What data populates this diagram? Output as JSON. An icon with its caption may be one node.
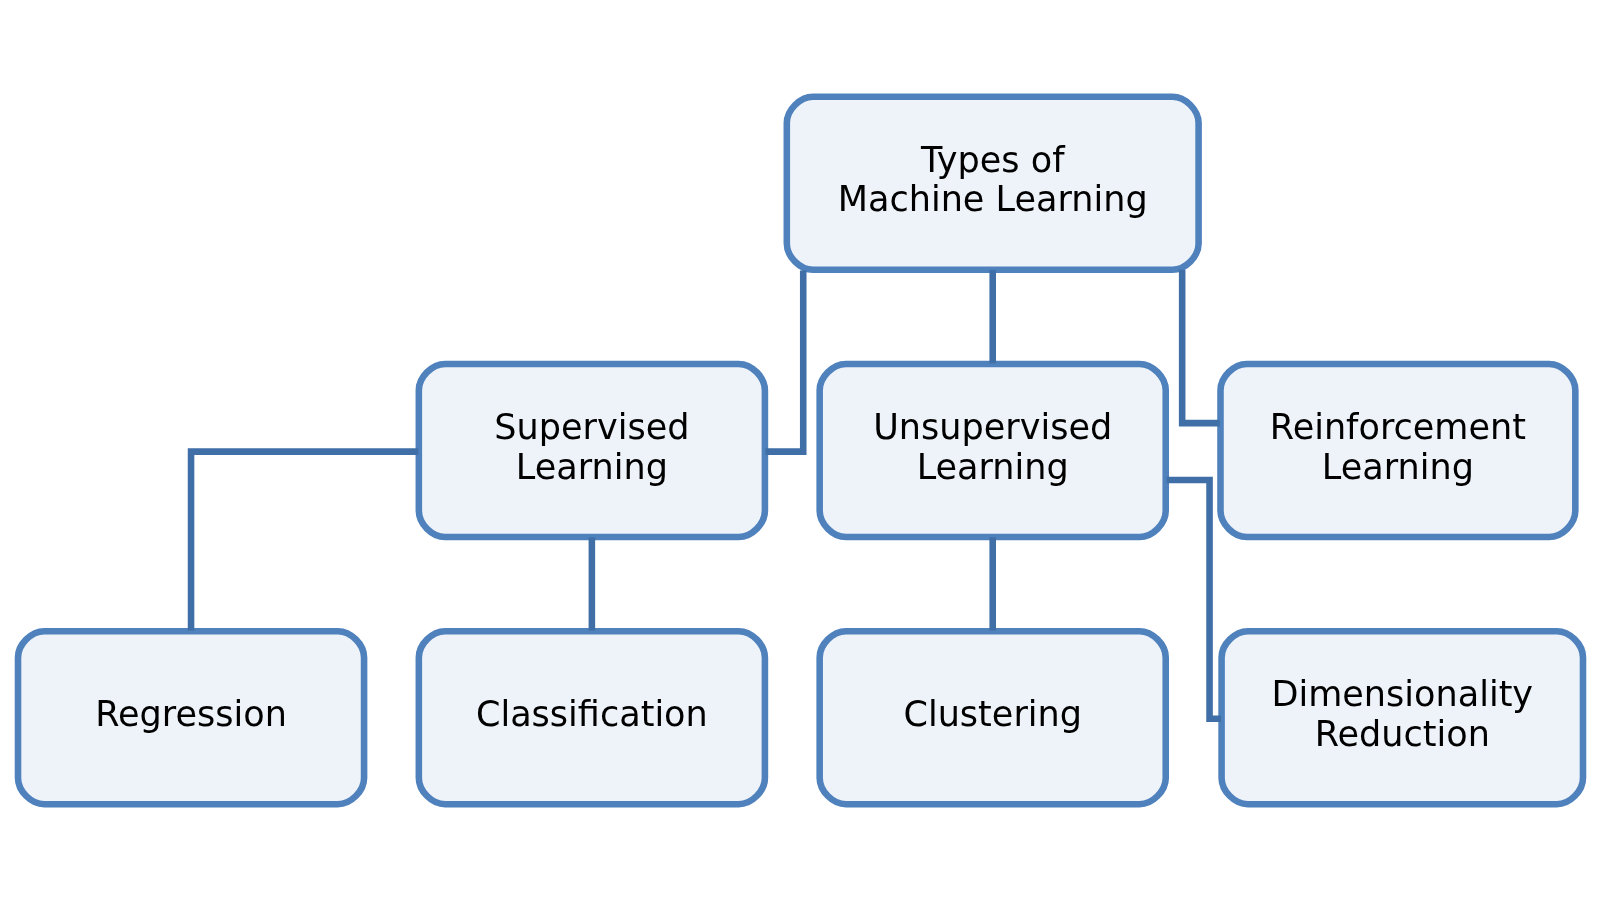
{
  "diagram": {
    "nodes": [
      {
        "text": [
          "Types of Machine Learning"
        ]
      },
      {
        "text": [
          "Supervised Learning"
        ]
      },
      {
        "text": [
          "Unsupervised Learning"
        ]
      },
      {
        "text": [
          "Reinforcement Learning"
        ]
      },
      {
        "text": [
          "Regression"
        ]
      },
      {
        "text": [
          "Classification"
        ]
      },
      {
        "text": [
          "Clustering"
        ]
      },
      {
        "text": [
          "Dimensionality Reduction"
        ]
      }
    ],
    "edges": [
      {
        "from": 0,
        "to": 1,
        "arrow": "none"
      },
      {
        "from": 0,
        "to": 2,
        "arrow": "none"
      },
      {
        "from": 0,
        "to": 3,
        "arrow": "none"
      },
      {
        "from": 1,
        "to": 4,
        "arrow": "none"
      },
      {
        "from": 1,
        "to": 5,
        "arrow": "none"
      },
      {
        "from": 2,
        "to": 6,
        "arrow": "none"
      },
      {
        "from": 2,
        "to": 7,
        "arrow": "none"
      }
    ]
  }
}
